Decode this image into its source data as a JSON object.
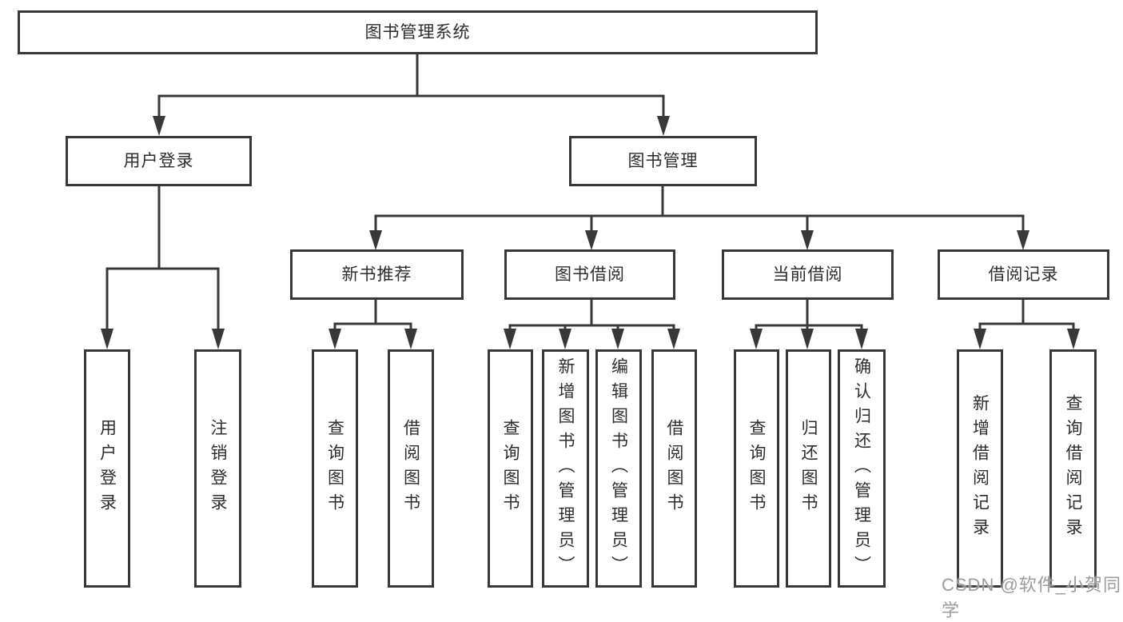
{
  "diagram": {
    "tree": {
      "label": "图书管理系统",
      "children": [
        {
          "label": "用户登录",
          "children": [
            {
              "label": "用户登录"
            },
            {
              "label": "注销登录"
            }
          ]
        },
        {
          "label": "图书管理",
          "children": [
            {
              "label": "新书推荐",
              "children": [
                {
                  "label": "查询图书"
                },
                {
                  "label": "借阅图书"
                }
              ]
            },
            {
              "label": "图书借阅",
              "children": [
                {
                  "label": "查询图书"
                },
                {
                  "label": "新增图书（管理员）"
                },
                {
                  "label": "编辑图书（管理员）"
                },
                {
                  "label": "借阅图书"
                }
              ]
            },
            {
              "label": "当前借阅",
              "children": [
                {
                  "label": "查询图书"
                },
                {
                  "label": "归还图书"
                },
                {
                  "label": "确认归还（管理员）"
                }
              ]
            },
            {
              "label": "借阅记录",
              "children": [
                {
                  "label": "新增借阅记录"
                },
                {
                  "label": "查询借阅记录"
                }
              ]
            }
          ]
        }
      ]
    },
    "watermark": {
      "text": "CSDN @软件_小贺同学"
    },
    "colors": {
      "line": "#383838",
      "text": "#2d2d2d",
      "watermark": "#9c9c9c",
      "background": "#ffffff"
    }
  }
}
